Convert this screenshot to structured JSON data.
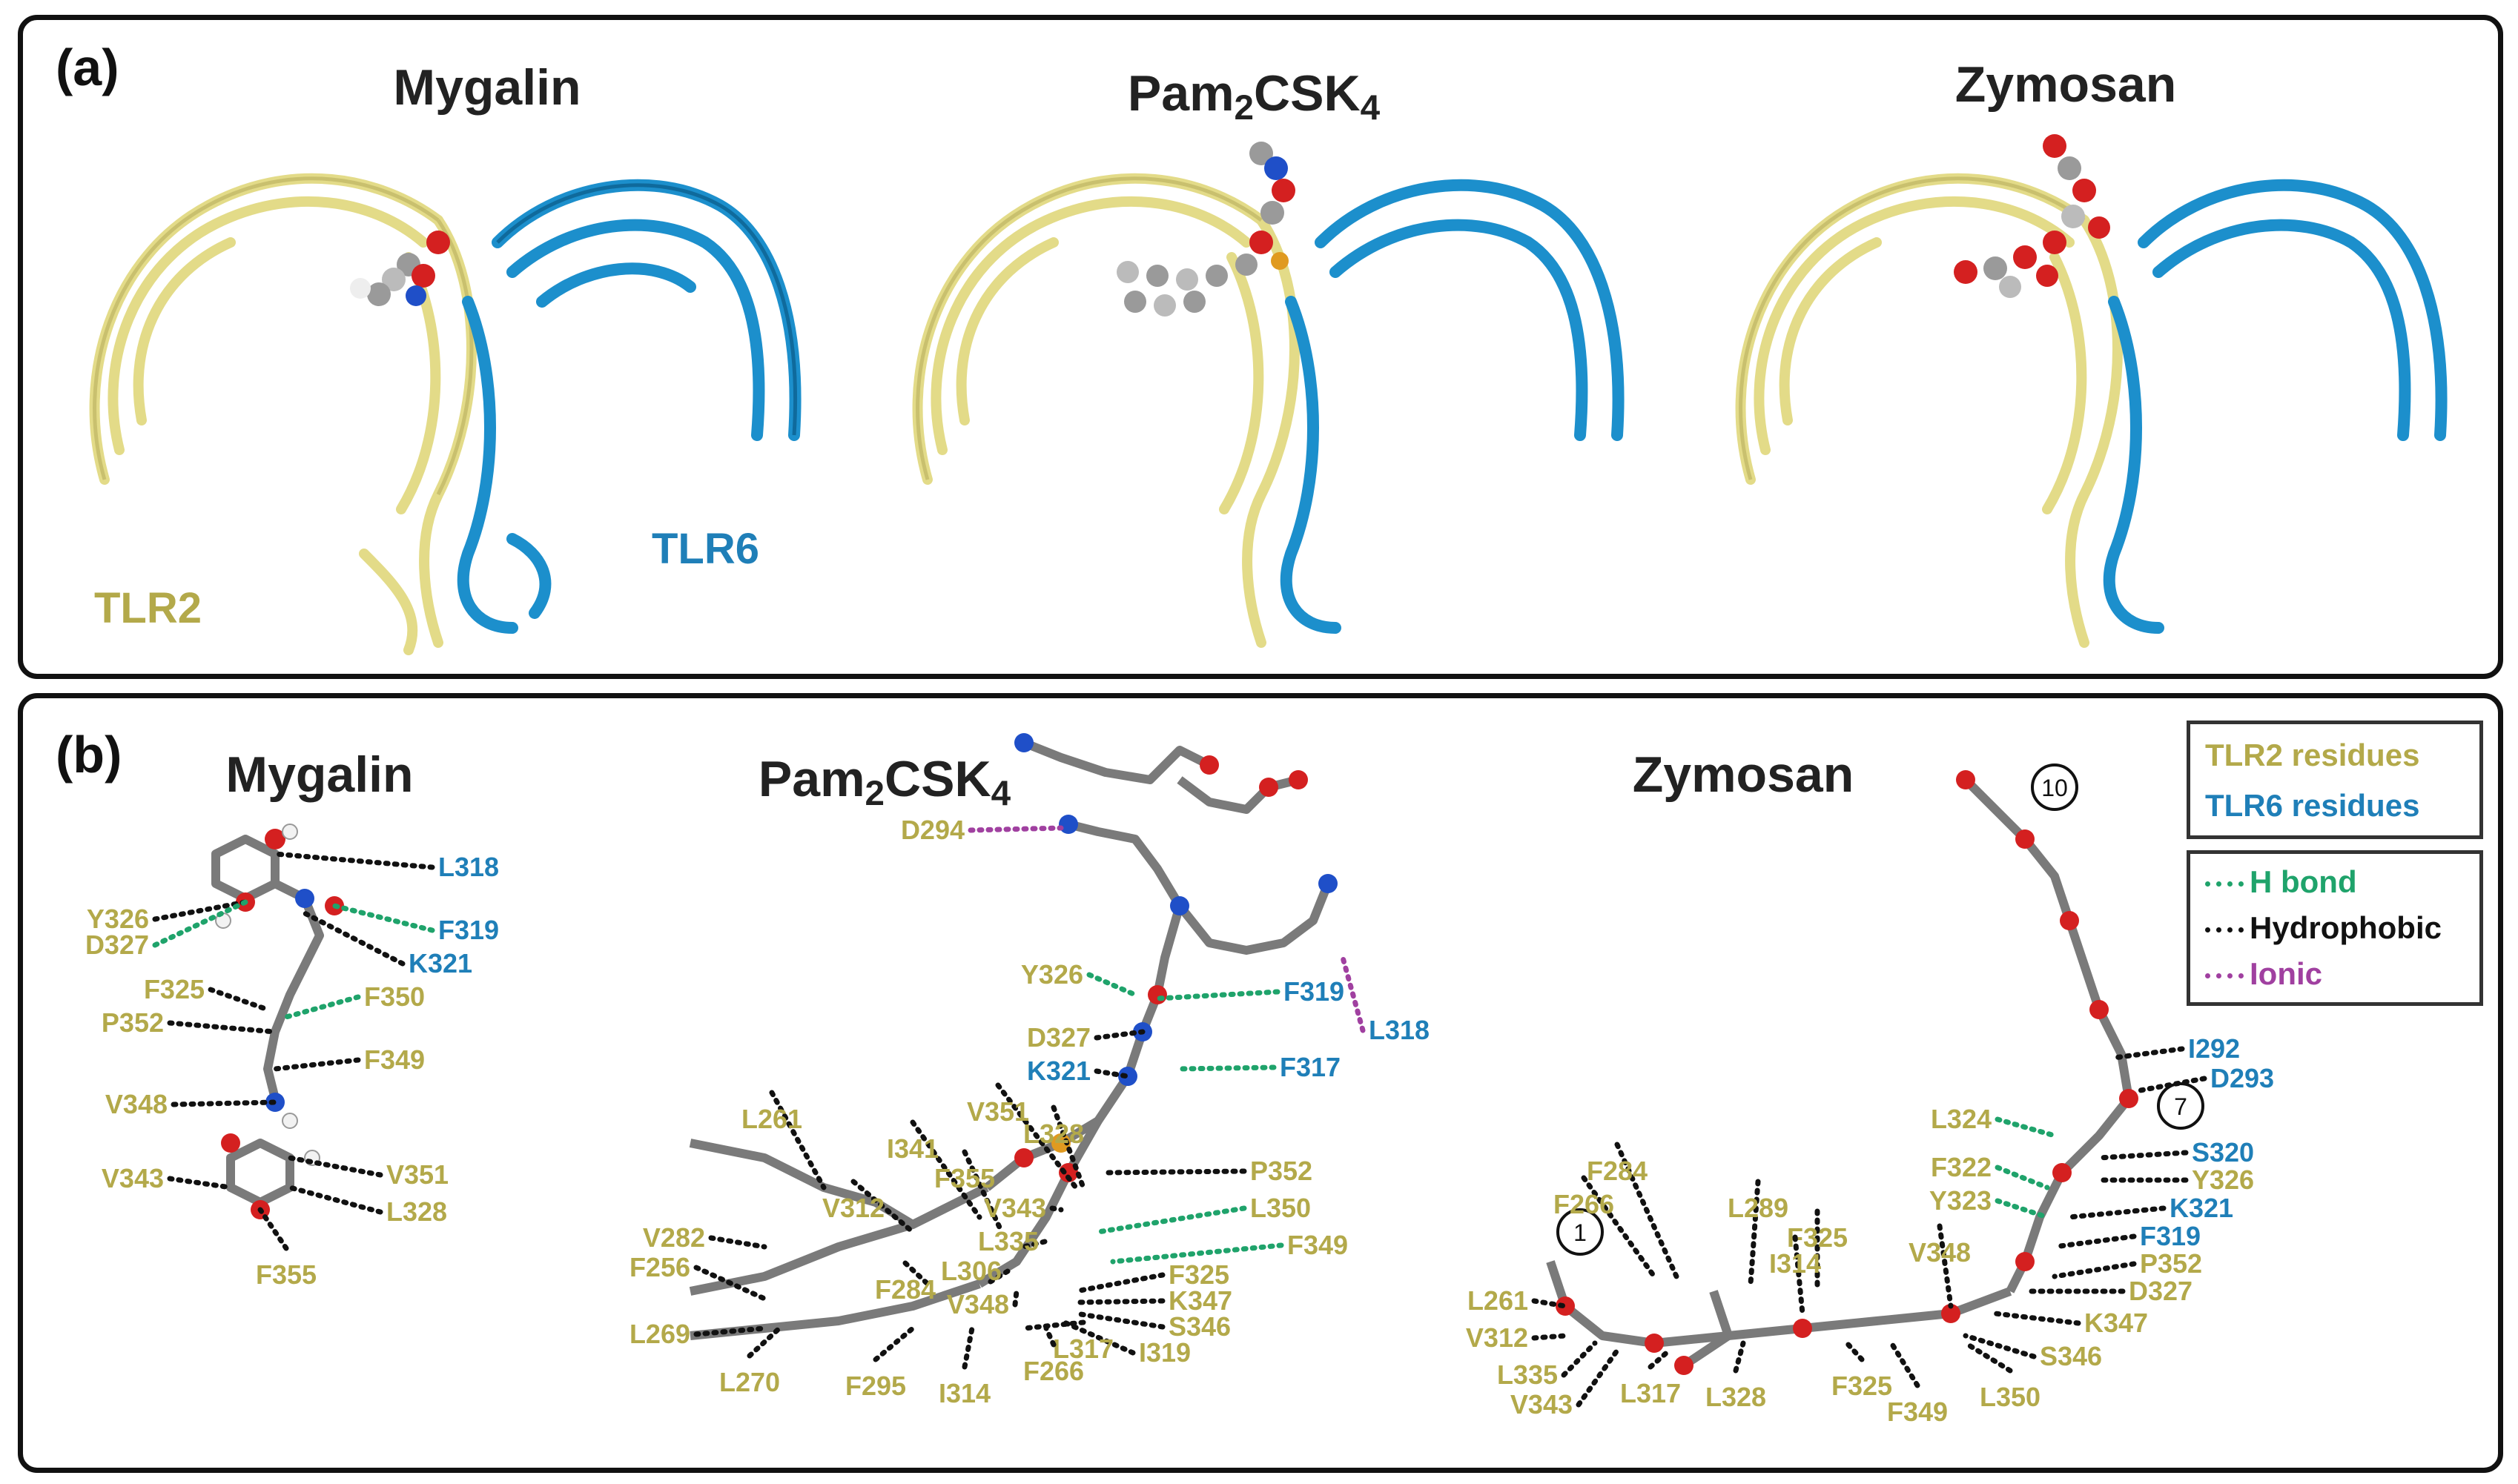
{
  "panel_a": {
    "label": "(a)",
    "titles": {
      "mygalin": "Mygalin",
      "pam_prefix": "Pam",
      "pam_sub1": "2",
      "pam_mid": "CSK",
      "pam_sub2": "4",
      "zymosan": "Zymosan"
    },
    "protein_labels": {
      "tlr2": "TLR2",
      "tlr6": "TLR6"
    }
  },
  "panel_b": {
    "label": "(b)",
    "titles": {
      "mygalin": "Mygalin",
      "pam_prefix": "Pam",
      "pam_sub1": "2",
      "pam_mid": "CSK",
      "pam_sub2": "4",
      "zymosan": "Zymosan"
    },
    "legend": {
      "tlr2": "TLR2 residues",
      "tlr6": "TLR6 residues",
      "hbond": "H bond",
      "hydrophobic": "Hydrophobic",
      "ionic": "Ionic"
    },
    "sugar_markers": [
      "1",
      "7",
      "10"
    ],
    "residues": {
      "mygalin": [
        "L318",
        "Y326",
        "D327",
        "F319",
        "K321",
        "F325",
        "F350",
        "P352",
        "F349",
        "V348",
        "V343",
        "V351",
        "L328",
        "F355"
      ],
      "pam": [
        "D294",
        "Y326",
        "F319",
        "L318",
        "D327",
        "K321",
        "F317",
        "V351",
        "L328",
        "L261",
        "I341",
        "F355",
        "P352",
        "V312",
        "V343",
        "L350",
        "V282",
        "L335",
        "F349",
        "L306",
        "F256",
        "F284",
        "V348",
        "F325",
        "K347",
        "S346",
        "L269",
        "I319",
        "L317",
        "L270",
        "F295",
        "I314",
        "F266"
      ],
      "zymosan": [
        "I292",
        "D293",
        "L324",
        "S320",
        "Y326",
        "F322",
        "Y323",
        "K321",
        "F284",
        "F266",
        "L289",
        "F319",
        "F325",
        "P352",
        "L261",
        "I314",
        "V348",
        "D327",
        "V312",
        "K347",
        "L335",
        "S346",
        "V343",
        "L317",
        "L328",
        "F325",
        "F349",
        "L350"
      ]
    }
  },
  "colors": {
    "tlr2": "#b3a94a",
    "tlr6": "#1f7fb8",
    "hbond": "#1fa36b",
    "hydrophobic": "#111111",
    "ionic": "#a040a0",
    "tlr2_ribbon": "#e8e196",
    "tlr6_ribbon": "#1c8fcc",
    "atom_c": "#8a8a8a",
    "atom_o": "#d42020",
    "atom_n": "#1f4fc8",
    "atom_h": "#f2f2f2",
    "atom_s": "#e09a20"
  }
}
